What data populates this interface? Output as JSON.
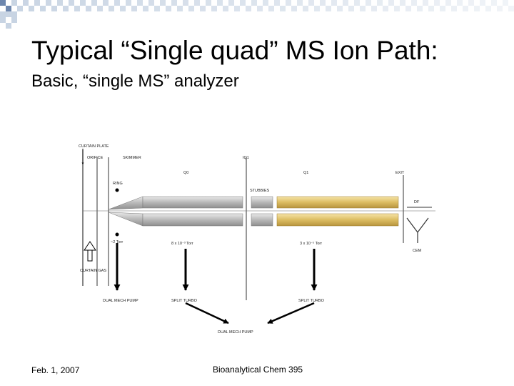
{
  "slide": {
    "title": "Typical “Single quad” MS Ion Path:",
    "subtitle": "Basic, “single MS” analyzer"
  },
  "diagram": {
    "labels": {
      "curtain_plate": "CURTAIN PLATE",
      "orifice": "ORIFICE",
      "skimmer": "SKIMMER",
      "iq1": "IQ1",
      "q0": "Q0",
      "q1": "Q1",
      "exit": "EXIT",
      "ring": "RING",
      "stubbies": "STUBBIES",
      "df": "DF",
      "cem": "CEM",
      "pressure_1": "~2 Torr",
      "pressure_2": "8 x 10⁻³ Torr",
      "pressure_3": "3 x 10⁻⁵ Torr",
      "curtain_gas": "CURTAIN GAS",
      "mech_pump_1": "DUAL MECH PUMP",
      "turbo_1": "SPLIT TURBO",
      "turbo_2": "SPLIT TURBO",
      "mech_pump_2": "DUAL MECH PUMP"
    }
  },
  "footer": {
    "date": "Feb. 1, 2007",
    "course": "Bioanalytical Chem 395"
  },
  "colors": {
    "checker_light": "#c8d4e3",
    "checker_dark": "#6d86ad",
    "rod_gray": "#c4c4c4",
    "rod_gold": "#e2c574"
  }
}
